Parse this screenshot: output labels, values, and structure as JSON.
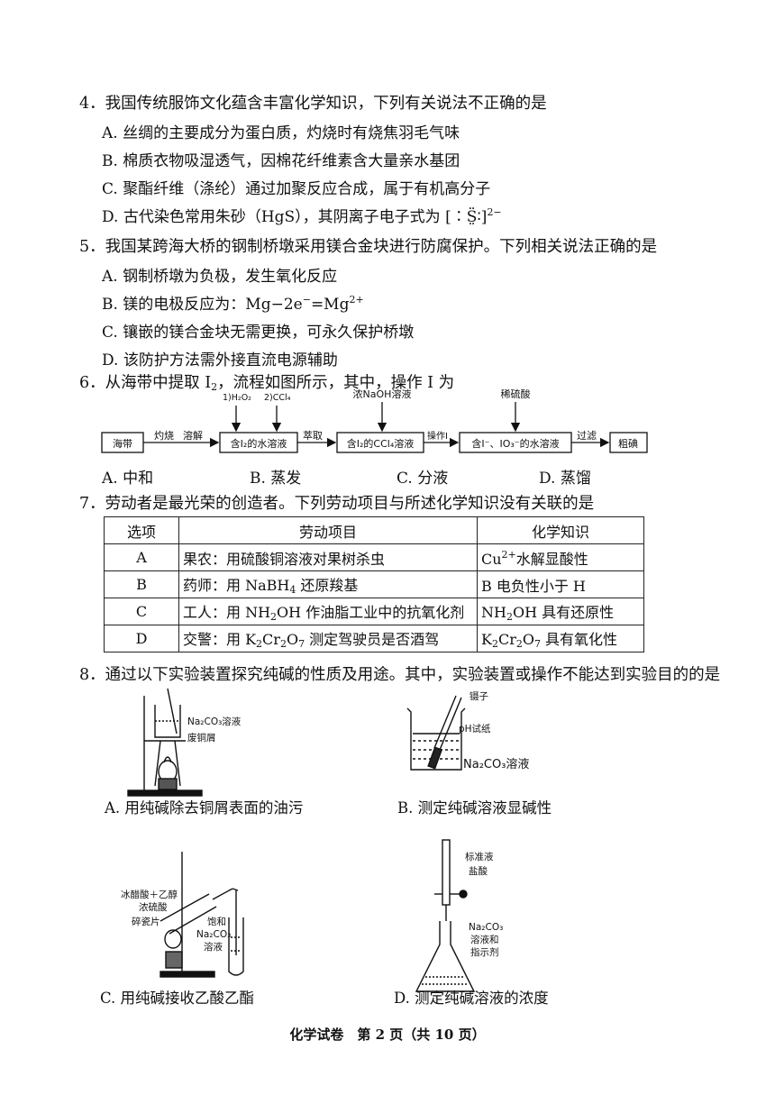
{
  "q4": {
    "stem": "4．我国传统服饰文化蕴含丰富化学知识，下列有关说法不正确的是",
    "a": "A. 丝绸的主要成分为蛋白质，灼烧时有烧焦羽毛气味",
    "b": "B. 棉质衣物吸湿透气，因棉花纤维素含大量亲水基团",
    "c": "C. 聚酯纤维（涤纶）通过加聚反应合成，属于有机高分子",
    "d_pre": "D. 古代染色常用朱砂（HgS），其阴离子电子式为",
    "d_formula": "[∶S̤̈∶]",
    "d_charge": "2−"
  },
  "q5": {
    "stem": "5．我国某跨海大桥的钢制桥墩采用镁合金块进行防腐保护。下列相关说法正确的是",
    "a": "A. 钢制桥墩为负极，发生氧化反应",
    "b_pre": "B. 镁的电极反应为：Mg−2e",
    "b_sup1": "−",
    "b_mid": "=Mg",
    "b_sup2": "2+",
    "c": "C. 镶嵌的镁合金块无需更换，可永久保护桥墩",
    "d": "D. 该防护方法需外接直流电源辅助"
  },
  "q6": {
    "stem_pre": "6．从海带中提取 I",
    "stem_sub": "2",
    "stem_post": "，流程如图所示，其中，操作 I 为",
    "flow": {
      "box1": "海带",
      "arrow1": "灼烧",
      "arrow2": "溶解",
      "box2": "含I₂的水溶液",
      "reagent1": "1)H₂O₂",
      "reagent2": "2)CCl₄",
      "arrow3": "萃取",
      "box3": "含I₂的CCl₄溶液",
      "reagent3": "浓NaOH溶液",
      "arrow4": "操作I",
      "box4": "含I⁻、IO₃⁻的水溶液",
      "reagent4": "稀硫酸",
      "arrow5": "过滤",
      "box5": "粗碘"
    },
    "a": "A. 中和",
    "b": "B. 蒸发",
    "c": "C. 分液",
    "d": "D. 蒸馏"
  },
  "q7": {
    "stem": "7．劳动者是最光荣的创造者。下列劳动项目与所述化学知识没有关联的是",
    "headers": [
      "选项",
      "劳动项目",
      "化学知识"
    ],
    "rows": [
      {
        "opt": "A",
        "item": "果农：用硫酸铜溶液对果树杀虫",
        "k_pre": "Cu",
        "k_sup": "2+",
        "k_post": "水解显酸性"
      },
      {
        "opt": "B",
        "item_pre": "药师：用 NaBH",
        "item_sub": "4",
        "item_post": " 还原羧基",
        "k": "B 电负性小于 H"
      },
      {
        "opt": "C",
        "item_pre": "工人：用 NH",
        "item_sub": "2",
        "item_post": "OH 作油脂工业中的抗氧化剂",
        "k_pre": "NH",
        "k_sub": "2",
        "k_post": "OH 具有还原性"
      },
      {
        "opt": "D",
        "item_pre": "交警：用 K",
        "item_sub1": "2",
        "item_mid": "Cr",
        "item_sub2": "2",
        "item_mid2": "O",
        "item_sub3": "7",
        "item_post": " 测定驾驶员是否酒驾",
        "k_pre": "K",
        "k_sub1": "2",
        "k_mid": "Cr",
        "k_sub2": "2",
        "k_mid2": "O",
        "k_sub3": "7",
        "k_post": " 具有氧化性"
      }
    ]
  },
  "q8": {
    "stem": "8．通过以下实验装置探究纯碱的性质及用途。其中，实验装置或操作不能达到实验目的的是",
    "figA": {
      "l1": "Na₂CO₃溶液",
      "l2": "废铜屑"
    },
    "figB": {
      "l1": "镊子",
      "l2": "pH试纸",
      "l3": "Na₂CO₃溶液"
    },
    "figC": {
      "l1": "冰醋酸＋乙醇",
      "l2": "浓硫酸",
      "l3": "碎瓷片",
      "l4": "饱和",
      "l5": "Na₂CO₃",
      "l6": "溶液"
    },
    "figD": {
      "l1": "标准液",
      "l2": "盐酸",
      "l3": "Na₂CO₃",
      "l4": "溶液和",
      "l5": "指示剂"
    },
    "a": "A. 用纯碱除去铜屑表面的油污",
    "b": "B. 测定纯碱溶液显碱性",
    "c": "C. 用纯碱接收乙酸乙酯",
    "d": "D. 测定纯碱溶液的浓度"
  },
  "footer": "化学试卷　第 2 页（共 10 页）"
}
